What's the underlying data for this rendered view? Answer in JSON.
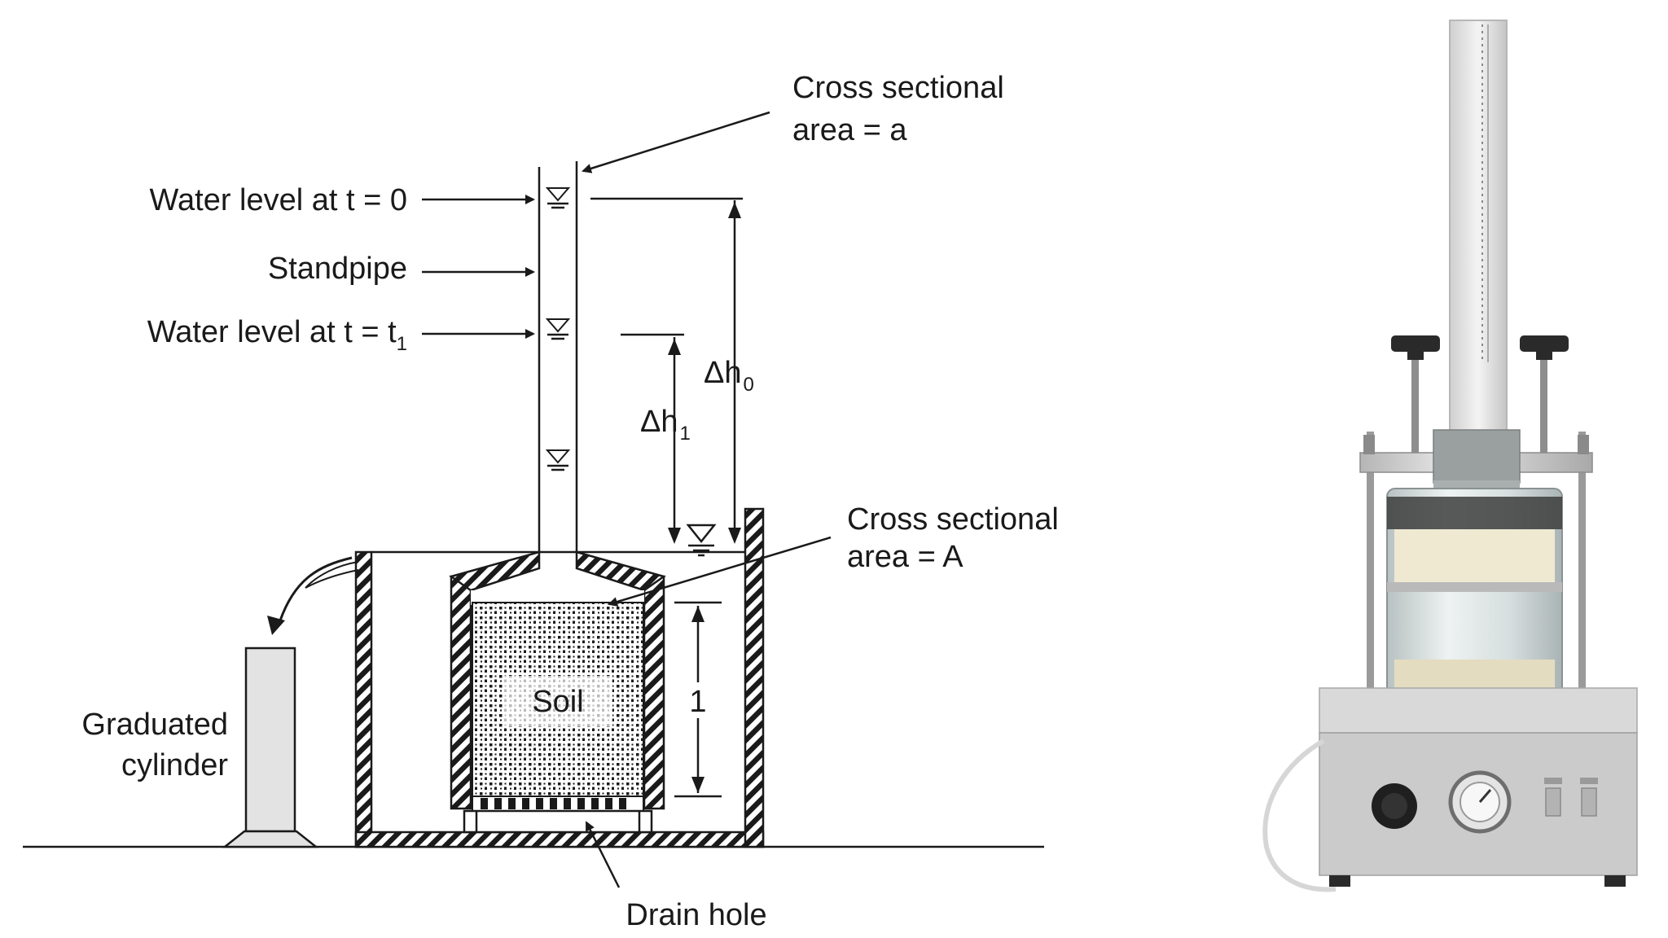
{
  "labels": {
    "cross_section_small_1": "Cross sectional",
    "cross_section_small_2": "area = a",
    "water_level_t0": "Water level at t = 0",
    "standpipe": "Standpipe",
    "water_level_t1_prefix": "Water level at t = t",
    "water_level_t1_sub": "1",
    "delta_h0": "Δh",
    "delta_h0_sub": "0",
    "delta_h1": "Δh",
    "delta_h1_sub": "1",
    "cross_section_large_1": "Cross sectional",
    "cross_section_large_2": "area = A",
    "soil": "Soil",
    "length": "1",
    "graduated_1": "Graduated",
    "graduated_2": "cylinder",
    "drain_hole": "Drain hole"
  },
  "colors": {
    "ink": "#1a1a1a",
    "cylinder_fill": "#e3e3e3",
    "metal": "#c9c9c9",
    "glass": "#dfe6e6",
    "knob": "#2a2a2a"
  },
  "icons": {
    "water_surface": "inverted-triangle-water-level-icon",
    "flow_arrow": "curved-overflow-arrow-icon"
  }
}
